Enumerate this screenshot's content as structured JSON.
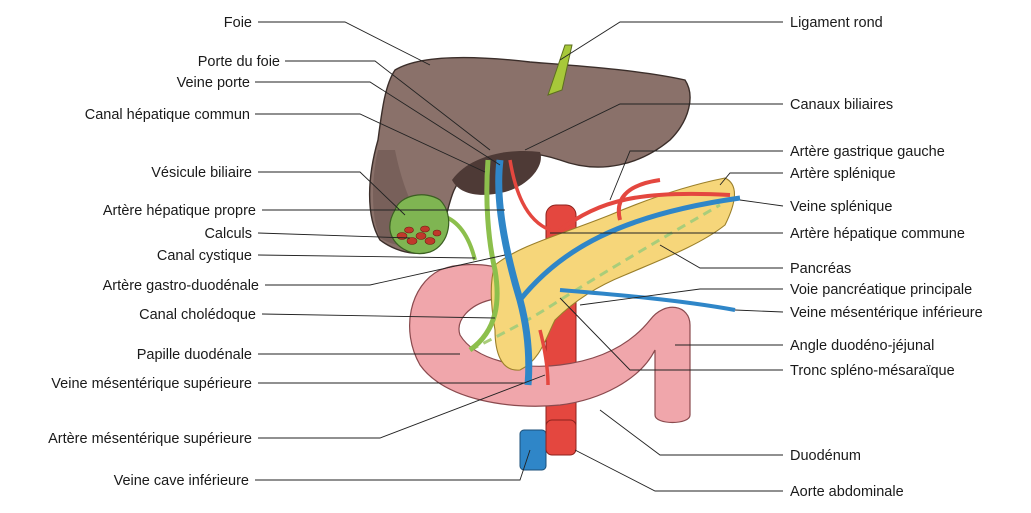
{
  "diagram": {
    "labels_left": [
      "Foie",
      "Porte du foie",
      "Veine porte",
      "Canal hépatique commun",
      "Vésicule biliaire",
      "Artère hépatique propre",
      "Calculs",
      "Canal cystique",
      "Artère gastro-duodénale",
      "Canal cholédoque",
      "Papille duodénale",
      "Veine mésentérique supérieure",
      "Artère mésentérique supérieure",
      "Veine cave inférieure"
    ],
    "labels_right": [
      "Ligament rond",
      "Canaux biliaires",
      "Artère gastrique gauche",
      "Artère splénique",
      "Veine splénique",
      "Artère hépatique commune",
      "Pancréas",
      "Voie pancréatique principale",
      "Veine mésentérique inférieure",
      "Angle duodéno-jéjunal",
      "Tronc spléno-mésaraïque",
      "Duodénum",
      "Aorte abdominale"
    ],
    "colors": {
      "liver": "#8a716a",
      "liver_dark": "#5e4a45",
      "gallbladder": "#7fb552",
      "stones": "#c0392b",
      "pancreas": "#f6d67a",
      "duodenum": "#f0a6ab",
      "vein": "#2f86c8",
      "artery": "#e4473f",
      "bile_duct": "#8cbf4c",
      "ligament": "#a7c83a"
    }
  }
}
